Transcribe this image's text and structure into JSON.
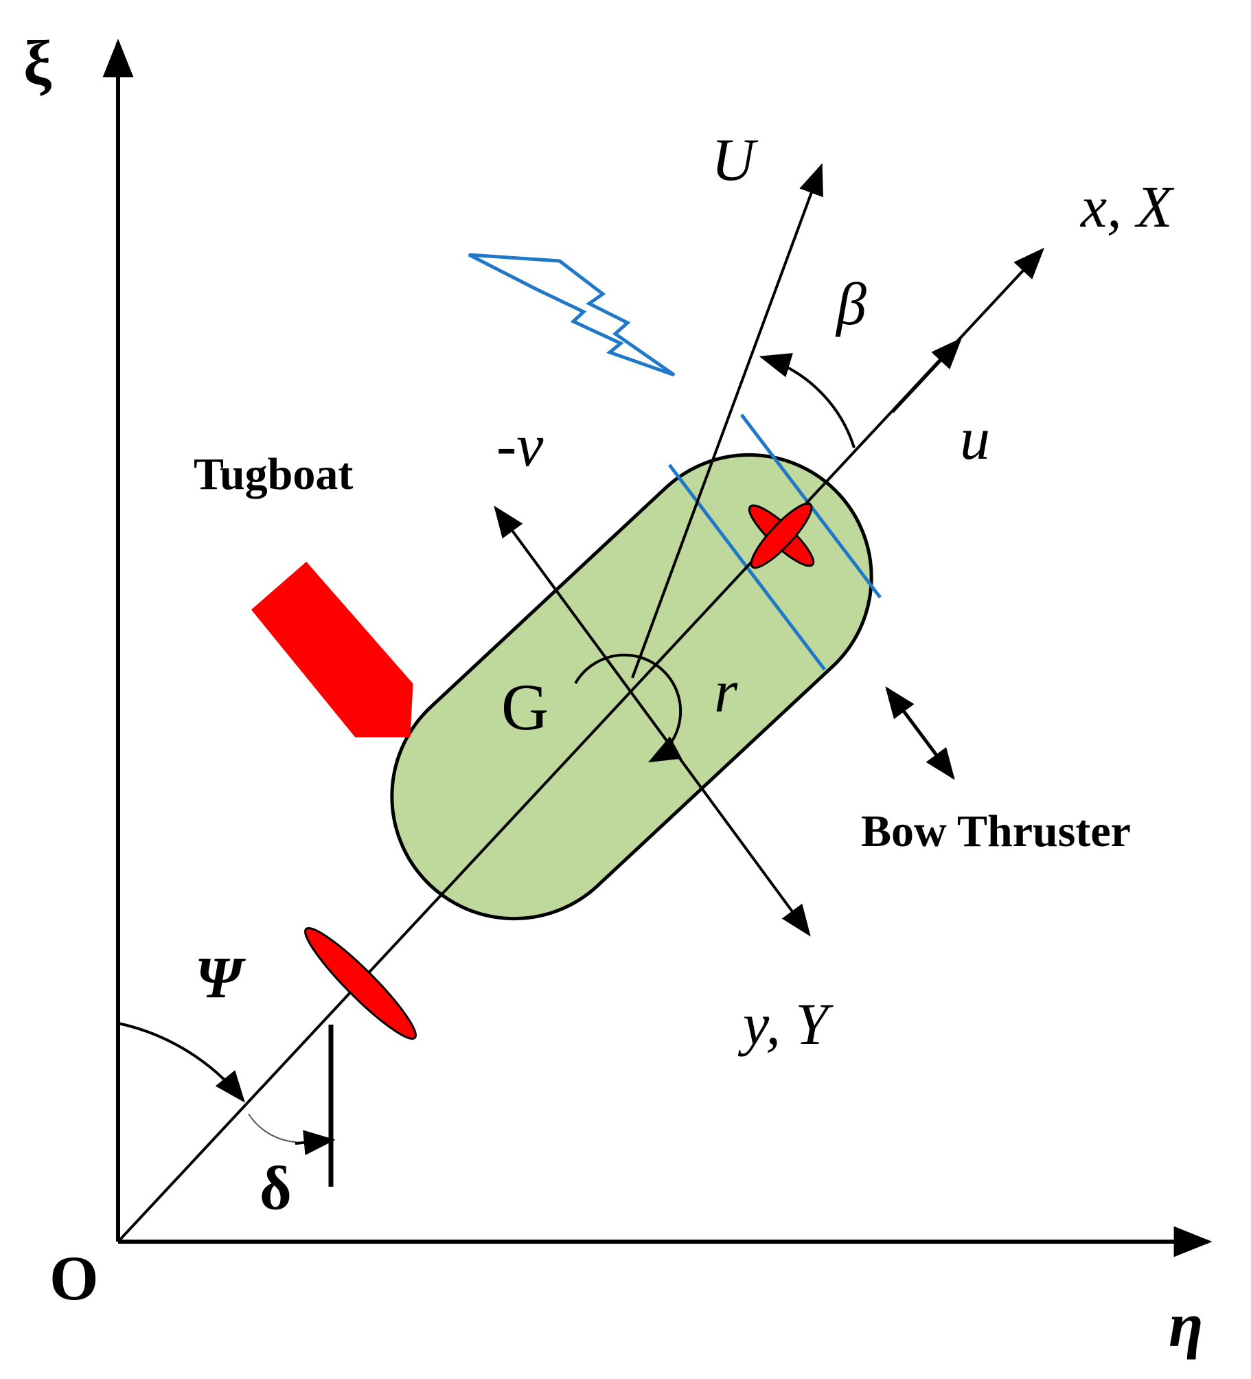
{
  "labels": {
    "xi_axis": "ξ",
    "eta_axis": "η",
    "origin": "O",
    "x_axis": "x, X",
    "y_axis": "y, Y",
    "velocity_U": "U",
    "surge_u": "u",
    "sway_v": "-v",
    "drift_beta": "β",
    "heading_psi": "Ψ",
    "rudder_delta": "δ",
    "yaw_rate_r": "r",
    "center_G": "G",
    "tugboat": "Tugboat",
    "bow_thruster": "Bow Thruster"
  },
  "colors": {
    "hull_fill": "#bfd89b",
    "propeller": "#ff0000",
    "thruster_lines": "#1f78c8",
    "wind_symbol": "#1f78c8",
    "tug_force_arrow": "#ff0000",
    "lines": "#000000"
  },
  "icons": {
    "wind": "lightning-bolt-icon",
    "main_propeller": "propeller-icon",
    "thruster_propeller": "propeller-icon",
    "tug_force": "pentagon-arrow-icon"
  }
}
